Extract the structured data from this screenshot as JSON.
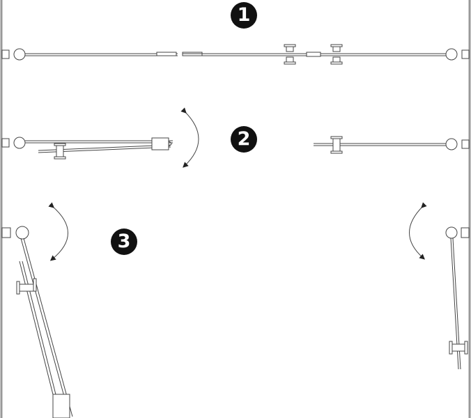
{
  "steps": [
    {
      "label": "1",
      "state": "closed"
    },
    {
      "label": "2",
      "state": "folding"
    },
    {
      "label": "3",
      "state": "open"
    }
  ],
  "colors": {
    "badge": "#111111",
    "line": "#444444",
    "wall": "#999999"
  }
}
